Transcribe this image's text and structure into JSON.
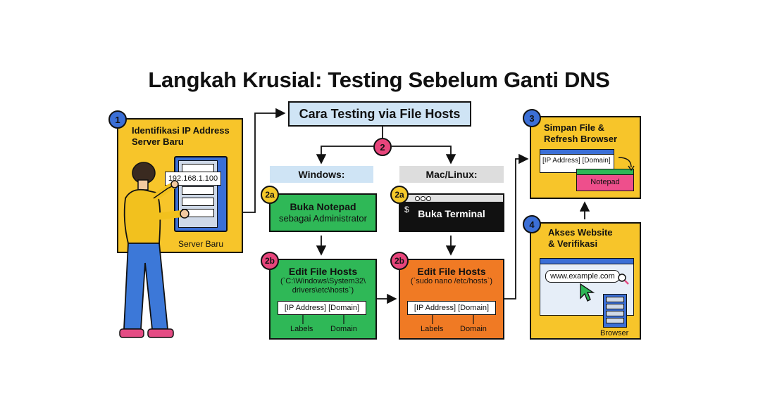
{
  "title": "Langkah Krusial: Testing Sebelum Ganti DNS",
  "colors": {
    "yellow": "#f7c52a",
    "lightblue": "#cfe4f5",
    "green": "#2fb857",
    "orange": "#f07a24",
    "black": "#111111",
    "pink": "#ee4f8c",
    "blue": "#3b6fd6"
  },
  "step1": {
    "badge": "1",
    "title_line1": "Identifikasi IP Address",
    "title_line2": "Server Baru",
    "ip": "192.168.1.100",
    "caption": "Server Baru"
  },
  "top": {
    "label": "Cara Testing via File Hosts",
    "badge": "2"
  },
  "windows": {
    "header": "Windows:",
    "a_badge": "2a",
    "a_title": "Buka Notepad",
    "a_sub": "sebagai Administrator",
    "b_badge": "2b",
    "b_title": "Edit File Hosts",
    "b_path1": "(`C:\\Windows\\System32\\",
    "b_path2": "drivers\\etc\\hosts`)",
    "b_entry": "[IP Address] [Domain]",
    "b_label1": "Labels",
    "b_label2": "Domain"
  },
  "mac": {
    "header": "Mac/Linux:",
    "a_badge": "2a",
    "prompt": "$",
    "a_title": "Buka Terminal",
    "b_badge": "2b",
    "b_title": "Edit File Hosts",
    "b_path": "(`sudo nano /etc/hosts`)",
    "b_entry": "[IP Address] [Domain]",
    "b_label1": "Labels",
    "b_label2": "Domain"
  },
  "step3": {
    "badge": "3",
    "title_line1": "Simpan File &",
    "title_line2": "Refresh Browser",
    "entry": "[IP Address] [Domain]",
    "notepad": "Notepad"
  },
  "step4": {
    "badge": "4",
    "title_line1": "Akses Website",
    "title_line2": "& Verifikasi",
    "url": "www.example.com",
    "caption": "Browser"
  }
}
